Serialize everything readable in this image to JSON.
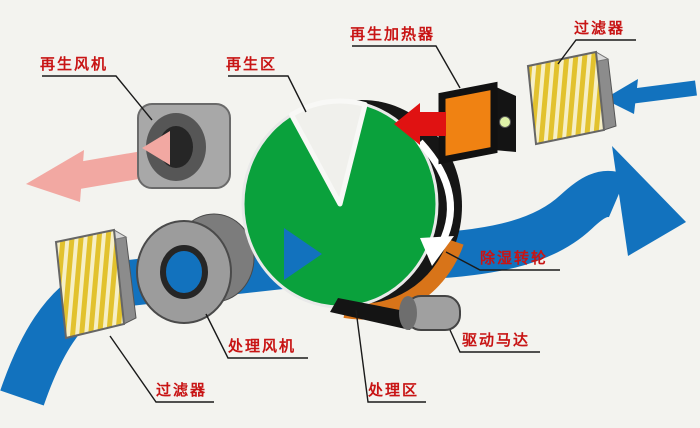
{
  "labels": {
    "regen_fan": "再生风机",
    "regen_zone": "再生区",
    "regen_heater": "再生加热器",
    "filter_top": "过滤器",
    "dehumid_wheel": "除湿转轮",
    "drive_motor": "驱动马达",
    "process_zone": "处理区",
    "process_fan": "处理风机",
    "filter_bottom": "过滤器"
  },
  "colors": {
    "background": "#f3f3ef",
    "label_red": "#c81414",
    "process_air_blue": "#1272be",
    "regen_exhaust_pink": "#f2a8a2",
    "hot_air_red": "#e01212",
    "wheel_green": "#0aa13c",
    "regen_section_orange": "#d87419",
    "heater_orange": "#f08212",
    "filter_yellow": "#e2c22e",
    "metal_gray": "#9c9c9c"
  }
}
